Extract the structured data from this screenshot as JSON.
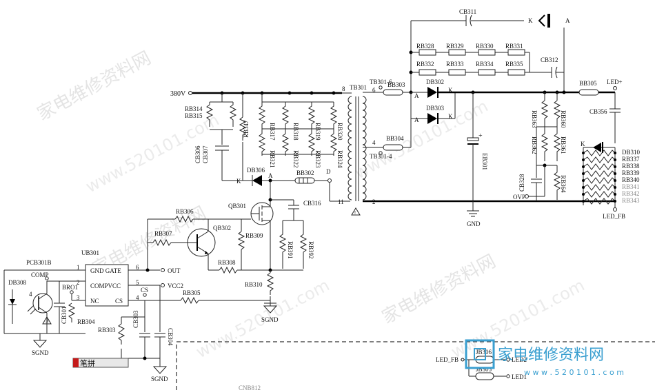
{
  "nets": {
    "v380": "380V",
    "gnd": "GND",
    "sgnd1": "SGND",
    "sgnd2": "SGND",
    "sgnd3": "SGND",
    "led_plus": "LED+",
    "led_fb": "LED_FB",
    "ovp": "OVP",
    "out": "OUT",
    "vcc2": "VCC2",
    "comp": "COMP",
    "cs": "CS",
    "d": "D",
    "a": "A",
    "k": "K",
    "led_fb2": "LED_FB",
    "led2": "LED2",
    "led1": "LED1"
  },
  "components": {
    "cb311": "CB311",
    "cb312": "CB312",
    "cb316": "CB316",
    "cb356": "CB356",
    "cb306": "CB306",
    "cb307": "CB307",
    "cb303": "CB303",
    "cb304": "CB304",
    "cb301": "CB301",
    "cb328": "CB328",
    "eb301": "EB301",
    "rb328": "RB328",
    "rb329": "RB329",
    "rb330": "RB330",
    "rb331": "RB331",
    "rb332": "RB332",
    "rb333": "RB333",
    "rb334": "RB334",
    "rb335": "RB335",
    "rb314": "RB314",
    "rb315": "RB315",
    "rb347": "RB347",
    "rb317": "RB317",
    "rb318": "RB318",
    "rb319": "RB319",
    "rb320": "RB320",
    "rb321": "RB321",
    "rb322": "RB322",
    "rb323": "RB323",
    "rb324": "RB324",
    "rb306": "RB306",
    "rb307": "RB307",
    "rb308": "RB308",
    "rb309": "RB309",
    "rb310": "RB310",
    "rb391": "RB391",
    "rb392": "RB392",
    "rb305": "RB305",
    "rb304": "RB304",
    "rb303": "RB303",
    "rb363": "RB363",
    "rb360": "RB360",
    "rb362": "RB362",
    "rb361": "RB361",
    "rb364": "RB364",
    "db302": "DB302",
    "db303": "DB303",
    "db306": "DB306",
    "db308": "DB308",
    "bb302": "BB302",
    "bb303": "BB303",
    "bb304": "BB304",
    "bb305": "BB305",
    "qb301": "QB301",
    "qb302": "QB302",
    "tb301": "TB301",
    "tb301_6": "TB301-6",
    "tb301_4": "TB301-4",
    "ub301": "UB301",
    "pcb301b": "PCB301B",
    "bro1": "BRO1",
    "jb306": "JB306",
    "jb305": "JB305",
    "cnb812": "CNB812"
  },
  "ic_pins": {
    "gnd_gate": "GND GATE",
    "comp_vcc": "COMPVCC",
    "nc": "NC",
    "cs": "CS",
    "p1": "1",
    "p2": "2",
    "p3": "3",
    "p4": "4",
    "p5": "5",
    "p6": "6"
  },
  "transformer_pins": {
    "p8": "8",
    "p6": "6",
    "p4": "4",
    "p11": "11",
    "p2": "2"
  },
  "opto_pins": {
    "p3": "3",
    "p4": "4"
  },
  "led_string": [
    "DB310",
    "RB337",
    "RB338",
    "RB339",
    "RB340",
    "RB341",
    "RB342",
    "RB343"
  ],
  "watermark": {
    "cn": "家电维修资料网",
    "url": "www.520101.com",
    "logo_cn": "家电维修资料网",
    "logo_url": "w w w . 5 2 0 1 0 1 . c o m",
    "ime": "笔拼"
  }
}
